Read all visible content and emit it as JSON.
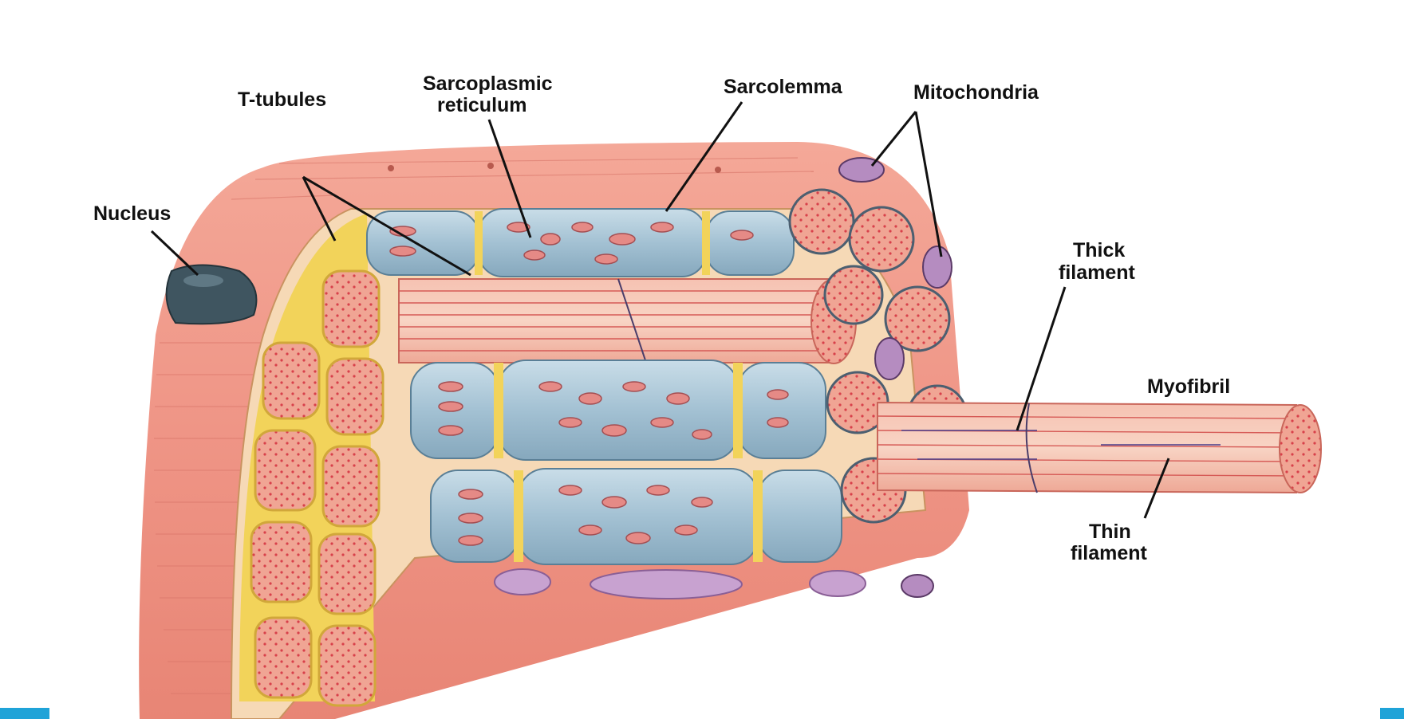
{
  "labels": {
    "nucleus": "Nucleus",
    "t_tubules": "T-tubules",
    "sr_line1": "Sarcoplasmic",
    "sr_line2": "reticulum",
    "sarcolemma": "Sarcolemma",
    "mitochondria": "Mitochondria",
    "thick_line1": "Thick",
    "thick_line2": "filament",
    "myofibril": "Myofibril",
    "thin_line1": "Thin",
    "thin_line2": "filament"
  },
  "colors": {
    "muscle": "#ef9a8a",
    "muscle_dark": "#d96a5e",
    "sr_blue": "#a9c7d8",
    "t_tubule_yellow": "#f2d35a",
    "mitochondria": "#b58cc0",
    "nucleus": "#3f5560",
    "corner_accent": "#1fa3d8"
  }
}
